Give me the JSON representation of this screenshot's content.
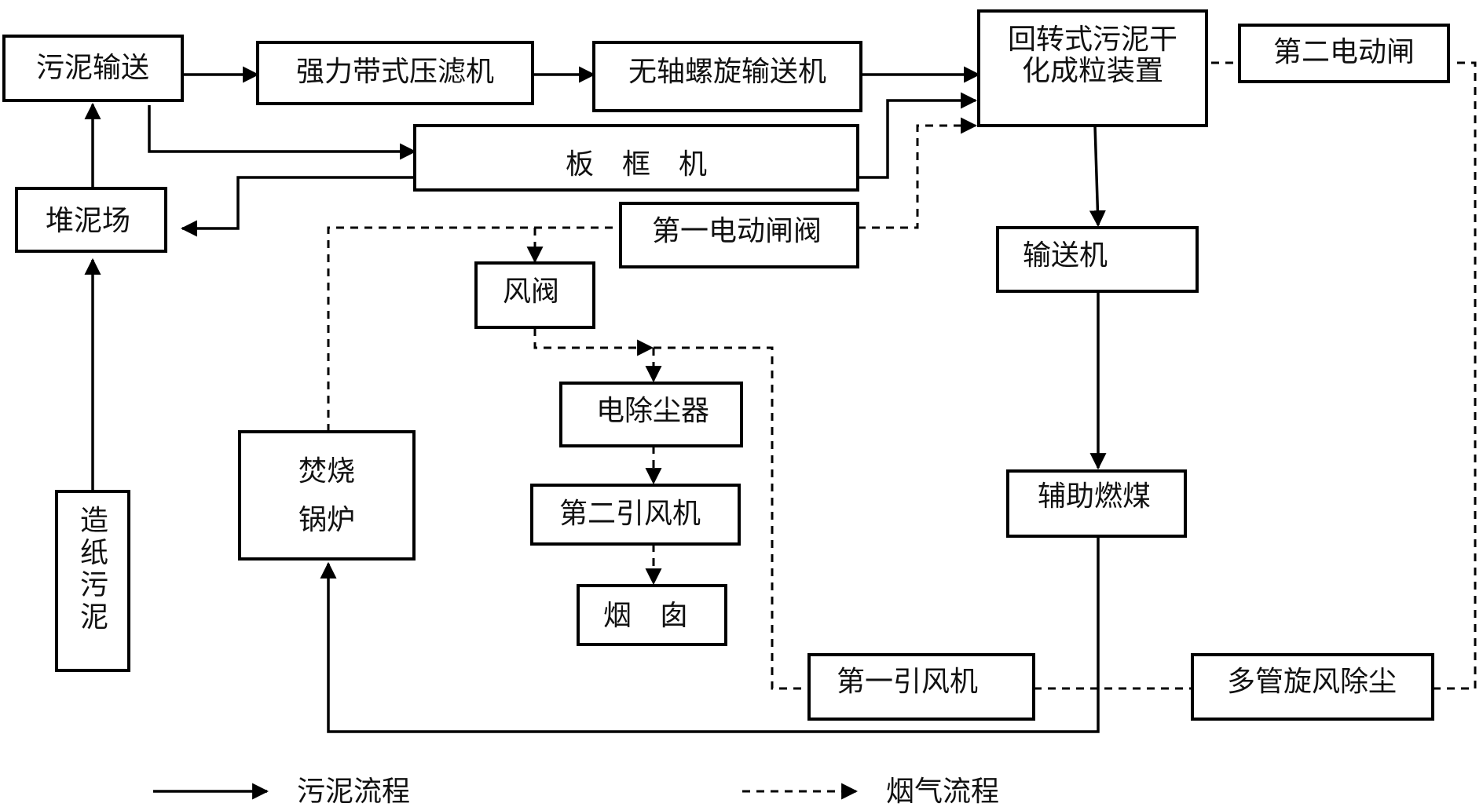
{
  "nodes": {
    "sludge_transport": "污泥输送",
    "belt_filter_press": "强力带式压滤机",
    "shaftless_screw_conveyor": "无轴螺旋输送机",
    "rotary_dryer_line1": "回转式污泥干",
    "rotary_dryer_line2": "化成粒装置",
    "second_electric_gate": "第二电动闸",
    "plate_frame": "板　框　机",
    "sludge_yard": "堆泥场",
    "first_electric_gate_valve": "第一电动闸阀",
    "air_valve": "风阀",
    "conveyor": "输送机",
    "esp": "电除尘器",
    "second_id_fan": "第二引风机",
    "chimney": "烟　囱",
    "incinerator_line1": "焚烧",
    "incinerator_line2": "锅炉",
    "aux_coal": "辅助燃煤",
    "paper_sludge": [
      "造",
      "纸",
      "污",
      "泥"
    ],
    "first_id_fan": "第一引风机",
    "multi_cyclone": "多管旋风除尘"
  },
  "legend": {
    "sludge_flow": "污泥流程",
    "flue_gas_flow": "烟气流程"
  },
  "colors": {
    "line": "#000000",
    "text": "#111111",
    "background": "#ffffff"
  }
}
